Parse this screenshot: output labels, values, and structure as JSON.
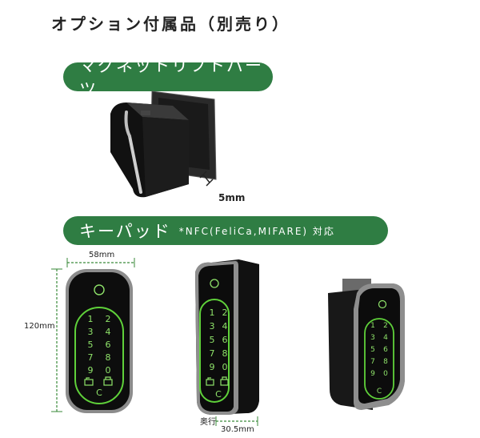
{
  "page": {
    "title": "オプション付属品（別売り）"
  },
  "magnet_section": {
    "label": "マグネットリフトパーツ",
    "thickness": "5mm"
  },
  "keypad_section": {
    "label": "キーパッド",
    "note": "*NFC(FeliCa,MIFARE) 対応",
    "width": "58mm",
    "height": "120mm",
    "depth_label": "奥行",
    "depth": "30.5mm",
    "keys": [
      "1",
      "2",
      "3",
      "4",
      "5",
      "6",
      "7",
      "8",
      "9",
      "0",
      "C"
    ]
  },
  "colors": {
    "accent_green": "#2f7d43",
    "key_glow": "#7ee35a"
  }
}
